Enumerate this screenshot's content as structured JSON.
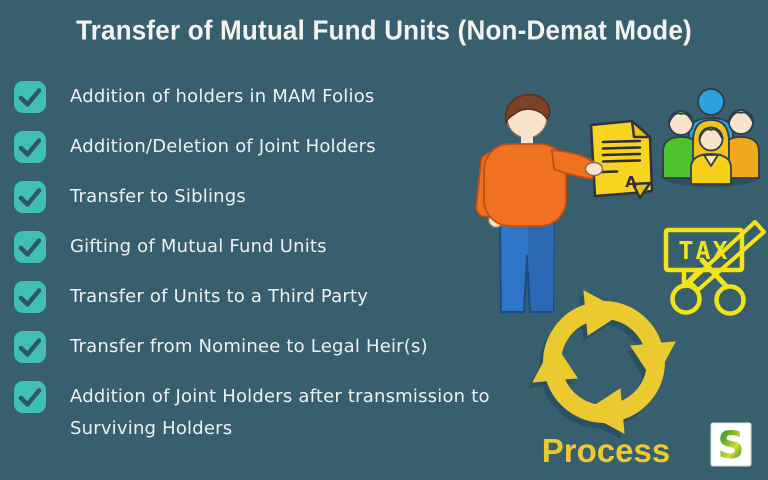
{
  "title": "Transfer of Mutual Fund Units (Non-Demat Mode)",
  "checklist": {
    "items": [
      {
        "text": "Addition of holders in MAM Folios"
      },
      {
        "text": "Addition/Deletion  of Joint Holders"
      },
      {
        "text": "Transfer to Siblings"
      },
      {
        "text": "Gifting of Mutual Fund Units"
      },
      {
        "text": "Transfer of Units to a Third Party"
      },
      {
        "text": "Transfer from Nominee to Legal Heir(s)"
      },
      {
        "text": "Addition of Joint Holders after transmission to Surviving Holders"
      }
    ]
  },
  "illustration": {
    "document_letter": "A",
    "tax_badge": "TAX",
    "process_label": "Process",
    "logo_letter": "S"
  },
  "colors": {
    "background": "#375F6E",
    "title_text": "#F6F3EC",
    "list_text": "#EFF1EE",
    "checkbox_fill": "#3FC0B2",
    "checkbox_check": "#2D5766",
    "process_yellow": "#EACA2E",
    "tax_yellow": "#F2E418",
    "document_yellow": "#F6D41F",
    "sweater_orange": "#F07122",
    "jeans_blue": "#2F76C9",
    "skin": "#F8E3CD",
    "hair_brown": "#7B4226",
    "group_blue": "#2BA1E0",
    "group_green": "#4FC22E",
    "group_amber": "#F2A81D",
    "group_yellow": "#F5CF1A",
    "logo_green": "#0E7A38"
  }
}
